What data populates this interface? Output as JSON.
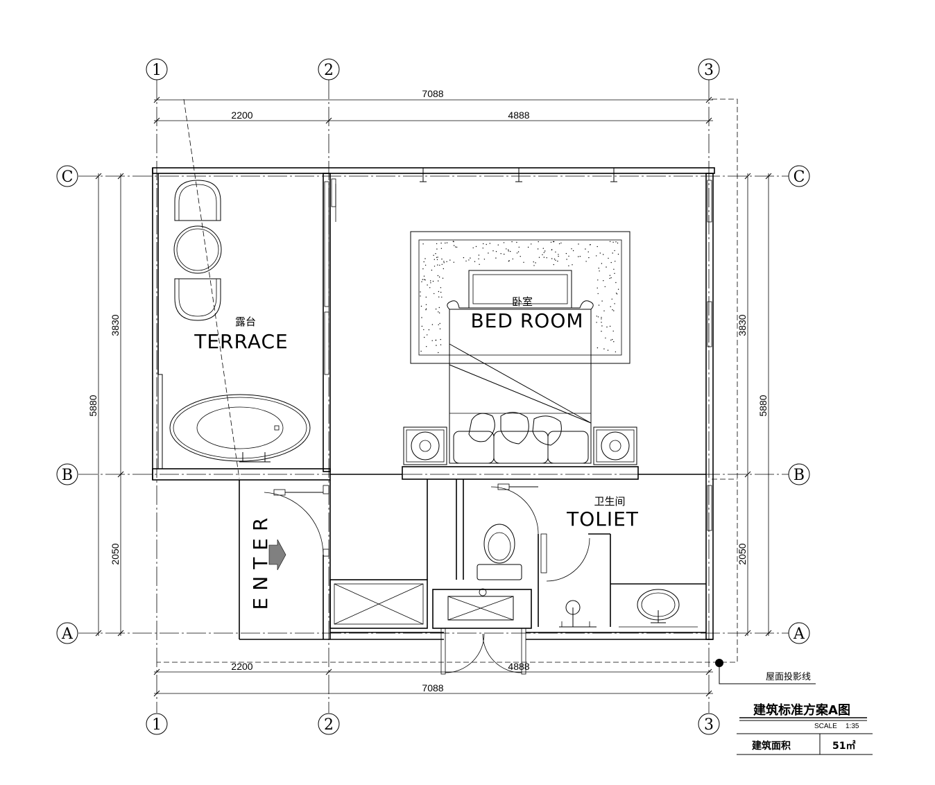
{
  "grid": {
    "columns": [
      "1",
      "2",
      "3"
    ],
    "rows": [
      "A",
      "B",
      "C"
    ]
  },
  "dimensions": {
    "top_total": "7088",
    "top_left": "2200",
    "top_right": "4888",
    "bottom_left": "2200",
    "bottom_right": "4888",
    "bottom_total": "7088",
    "left_upper": "3830",
    "left_lower": "2050",
    "left_total": "5880",
    "right_upper": "3830",
    "right_lower": "2050",
    "right_total": "5880"
  },
  "rooms": {
    "terrace": {
      "cn": "露台",
      "en": "TERRACE"
    },
    "bedroom": {
      "cn": "卧室",
      "en": "BED ROOM"
    },
    "toilet": {
      "cn": "卫生间",
      "en": "TOLIET"
    },
    "entry": {
      "label": "ENTER"
    }
  },
  "roof_note": "屋面投影线",
  "title_block": {
    "title": "建筑标准方案A图",
    "scale_label": "SCALE",
    "scale_value": "1:35",
    "area_label": "建筑面积",
    "area_value": "51㎡"
  }
}
